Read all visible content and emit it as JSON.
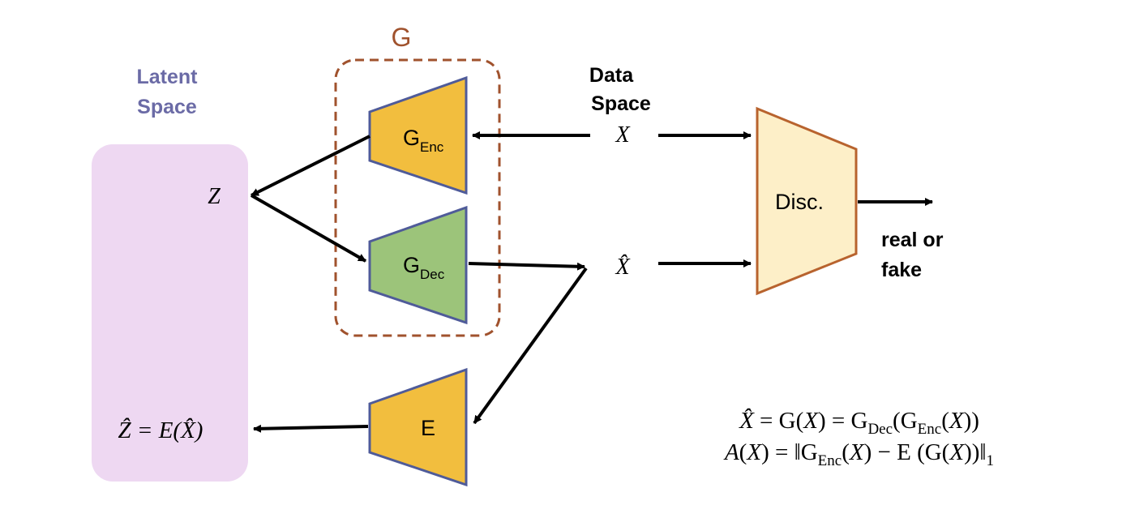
{
  "latent_space": {
    "line1": "Latent",
    "line2": "Space",
    "color": "#6B6BA6",
    "box_fill": "#EED8F2"
  },
  "data_space": {
    "line1": "Data",
    "line2": "Space"
  },
  "generator_group": {
    "label": "G",
    "color": "#A0522D"
  },
  "blocks": {
    "g_enc": {
      "main": "G",
      "sub": "Enc",
      "fill": "#F2BE3E"
    },
    "g_dec": {
      "main": "G",
      "sub": "Dec",
      "fill": "#9CC47A"
    },
    "e": {
      "main": "E",
      "fill": "#F2BE3E"
    },
    "disc": {
      "main": "Disc.",
      "fill": "#FDEFC8",
      "stroke": "#B8632E"
    },
    "stroke": "#4F5B99"
  },
  "variables": {
    "z": "Z",
    "x": "X",
    "x_hat": "X̂",
    "z_hat_eq": "Ẑ = E(X̂)"
  },
  "output": {
    "line1": "real or",
    "line2": "fake"
  },
  "equations": {
    "eq1": {
      "lhs": "X̂",
      "eq_a": " = G(",
      "x1": "X",
      "eq_b": ") = G",
      "sub1": "Dec",
      "eq_c": "(G",
      "sub2": "Enc",
      "eq_d": "(",
      "x2": "X",
      "eq_e": "))"
    },
    "eq2": {
      "a": "A",
      "eq_a": "(",
      "x1": "X",
      "eq_b": ") = ‖G",
      "sub1": "Enc",
      "eq_c": "(",
      "x2": "X",
      "eq_d": ") − E (G(",
      "x3": "X",
      "eq_e": "))‖",
      "sub2": "1"
    }
  }
}
